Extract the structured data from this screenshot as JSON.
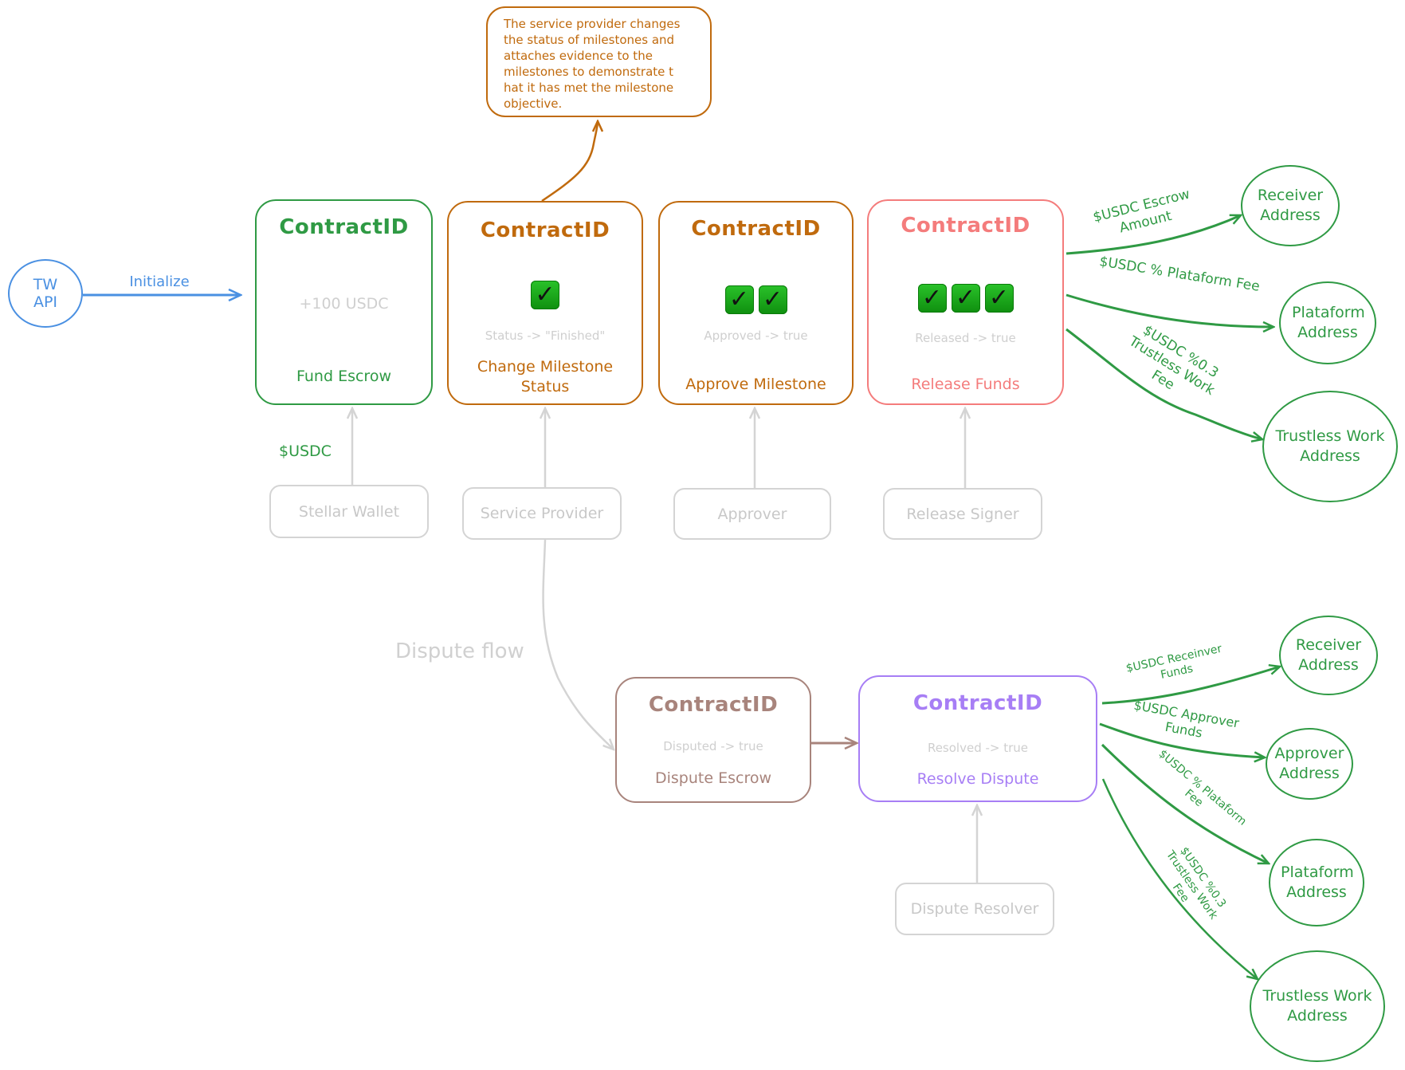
{
  "colors": {
    "green": "#2f9a44",
    "orange": "#c06a0d",
    "red": "#f47c7c",
    "blue": "#4a90e2",
    "brown": "#a8847c",
    "purple": "#a77ef5",
    "gray": "#cfcfcf",
    "check_green": "#1ea81e"
  },
  "api": {
    "label_line1": "TW",
    "label_line2": "API",
    "arrow_label": "Initialize"
  },
  "callout": {
    "text": "The service provider changes the status of milestones and attaches evidence to the milestones to demonstrate t hat it has met the milestone objective."
  },
  "main_flow": [
    {
      "title": "ContractID",
      "detail": "+100 USDC",
      "action": "Fund Escrow",
      "checks": 0,
      "actor": "Stellar Wallet",
      "arrow_label": "$USDC"
    },
    {
      "title": "ContractID",
      "detail": "Status -> \"Finished\"",
      "action": "Change Milestone Status",
      "checks": 1,
      "actor": "Service Provider"
    },
    {
      "title": "ContractID",
      "detail": "Approved -> true",
      "action": "Approve Milestone",
      "checks": 2,
      "actor": "Approver"
    },
    {
      "title": "ContractID",
      "detail": "Released -> true",
      "action": "Release Funds",
      "checks": 3,
      "actor": "Release Signer"
    }
  ],
  "release_outputs": [
    {
      "flow_label": "$USDC Escrow Amount",
      "target": "Receiver Address"
    },
    {
      "flow_label": "$USDC % Plataform Fee",
      "target": "Plataform Address"
    },
    {
      "flow_label": "$USDC %0.3 Trustless Work Fee",
      "target": "Trustless Work Address"
    }
  ],
  "dispute_flow": {
    "label": "Dispute flow",
    "dispute": {
      "title": "ContractID",
      "detail": "Disputed -> true",
      "action": "Dispute Escrow"
    },
    "resolve": {
      "title": "ContractID",
      "detail": "Resolved -> true",
      "action": "Resolve Dispute",
      "actor": "Dispute Resolver"
    }
  },
  "resolve_outputs": [
    {
      "flow_label": "$USDC Receinver Funds",
      "target": "Receiver Address"
    },
    {
      "flow_label": "$USDC Approver Funds",
      "target": "Approver Address"
    },
    {
      "flow_label": "$USDC % Plataform Fee",
      "target": "Plataform Address"
    },
    {
      "flow_label": "$USDC %0.3 Trustless Work Fee",
      "target": "Trustless Work Address"
    }
  ]
}
